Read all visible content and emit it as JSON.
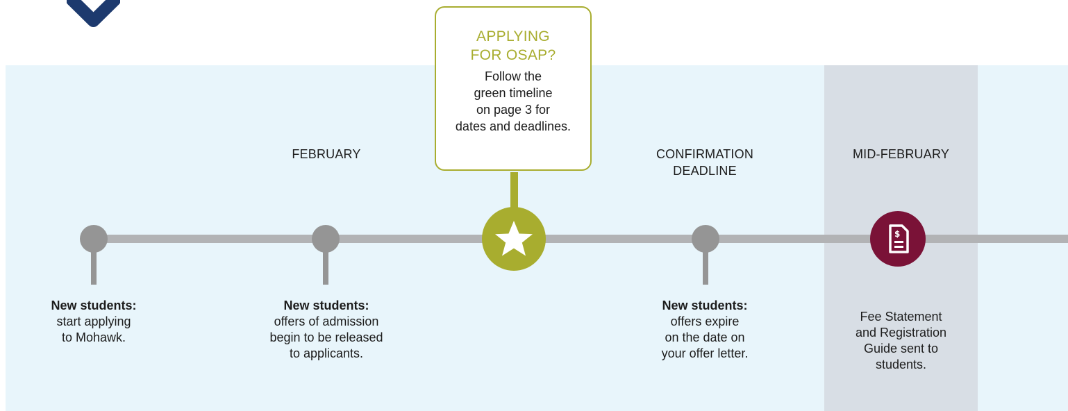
{
  "colors": {
    "band": "#e8f5fb",
    "highlight_column": "#d8dee5",
    "timeline": "#b2b3b5",
    "node_grey": "#959595",
    "osap_green": "#a8ad2f",
    "fee_maroon": "#7a1237",
    "arrow_navy": "#1d3a6e"
  },
  "icons": {
    "top_arrow": "arrow-down-icon",
    "star": "star-icon",
    "fee": "fee-statement-document-icon"
  },
  "callout": {
    "title_lines": [
      "APPLYING",
      "FOR OSAP?"
    ],
    "body_lines": [
      "Follow the",
      "green timeline",
      "on page 3 for",
      "dates and deadlines."
    ]
  },
  "milestones": [
    {
      "heading_lines": [],
      "label_bold": "New students:",
      "label_lines": [
        "start applying",
        "to Mohawk."
      ]
    },
    {
      "heading_lines": [
        "FEBRUARY"
      ],
      "label_bold": "New students:",
      "label_lines": [
        "offers of admission",
        "begin to be released",
        "to applicants."
      ]
    },
    {
      "heading_lines": [
        "CONFIRMATION",
        "DEADLINE"
      ],
      "label_bold": "New students:",
      "label_lines": [
        "offers expire",
        "on the date on",
        "your offer letter."
      ]
    },
    {
      "heading_lines": [
        "MID-FEBRUARY"
      ],
      "label_bold": "",
      "label_lines": [
        "Fee Statement",
        "and Registration",
        "Guide sent to",
        "students."
      ]
    }
  ]
}
